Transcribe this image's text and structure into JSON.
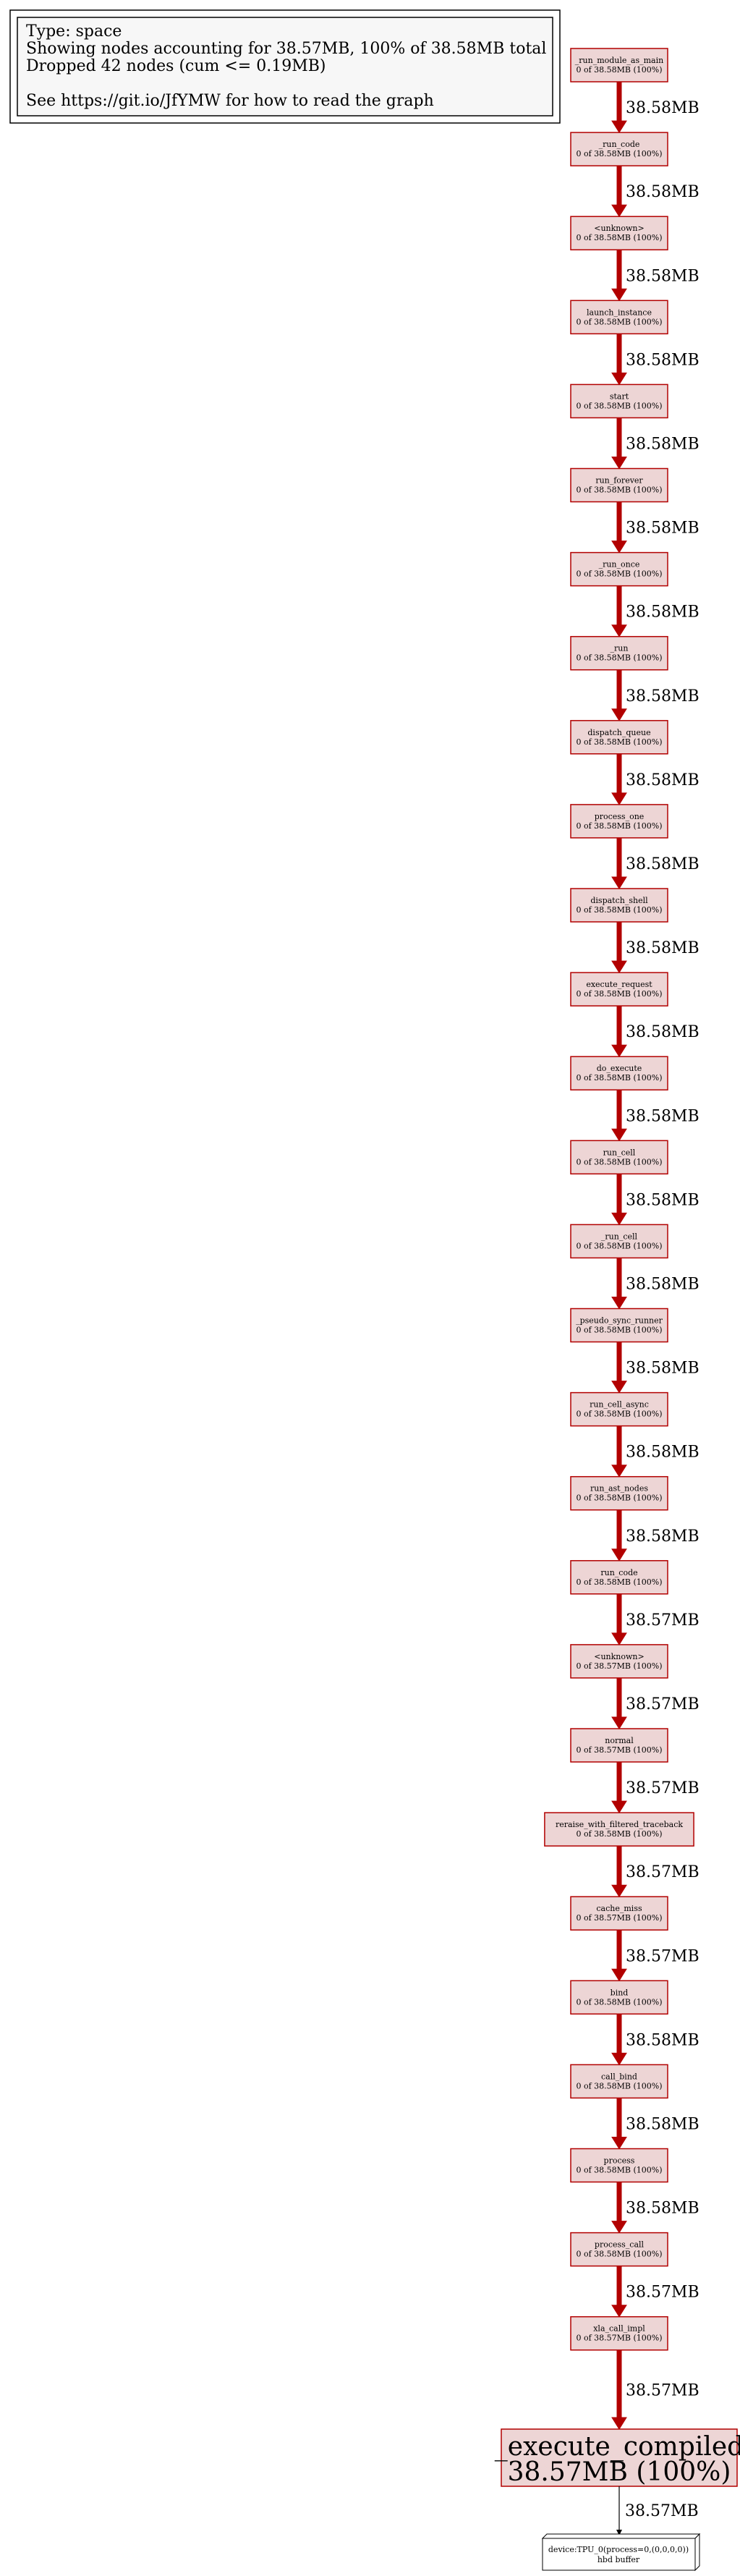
{
  "legend": {
    "lines": [
      "Type: space",
      "Showing nodes accounting for 38.57MB, 100% of 38.58MB total",
      "Dropped 42 nodes (cum <= 0.19MB)",
      "",
      "See https://git.io/JfYMW for how to read the graph"
    ]
  },
  "colors": {
    "node_fill": "#edd5d5",
    "node_stroke": "#b20000",
    "edge": "#b20000",
    "sink_stroke": "#000000"
  },
  "nodes": [
    {
      "name": "_run_module_as_main",
      "value": "0 of 38.58MB (100%)"
    },
    {
      "name": "_run_code",
      "value": "0 of 38.58MB (100%)"
    },
    {
      "name": "<unknown>",
      "value": "0 of 38.58MB (100%)"
    },
    {
      "name": "launch_instance",
      "value": "0 of 38.58MB (100%)"
    },
    {
      "name": "start",
      "value": "0 of 38.58MB (100%)"
    },
    {
      "name": "run_forever",
      "value": "0 of 38.58MB (100%)"
    },
    {
      "name": "_run_once",
      "value": "0 of 38.58MB (100%)"
    },
    {
      "name": "_run",
      "value": "0 of 38.58MB (100%)"
    },
    {
      "name": "dispatch_queue",
      "value": "0 of 38.58MB (100%)"
    },
    {
      "name": "process_one",
      "value": "0 of 38.58MB (100%)"
    },
    {
      "name": "dispatch_shell",
      "value": "0 of 38.58MB (100%)"
    },
    {
      "name": "execute_request",
      "value": "0 of 38.58MB (100%)"
    },
    {
      "name": "do_execute",
      "value": "0 of 38.58MB (100%)"
    },
    {
      "name": "run_cell",
      "value": "0 of 38.58MB (100%)"
    },
    {
      "name": "_run_cell",
      "value": "0 of 38.58MB (100%)"
    },
    {
      "name": "_pseudo_sync_runner",
      "value": "0 of 38.58MB (100%)"
    },
    {
      "name": "run_cell_async",
      "value": "0 of 38.58MB (100%)"
    },
    {
      "name": "run_ast_nodes",
      "value": "0 of 38.58MB (100%)"
    },
    {
      "name": "run_code",
      "value": "0 of 38.58MB (100%)"
    },
    {
      "name": "<unknown>",
      "value": "0 of 38.57MB (100%)"
    },
    {
      "name": "normal",
      "value": "0 of 38.57MB (100%)"
    },
    {
      "name": "reraise_with_filtered_traceback",
      "value": "0 of 38.58MB (100%)"
    },
    {
      "name": "cache_miss",
      "value": "0 of 38.57MB (100%)"
    },
    {
      "name": "bind",
      "value": "0 of 38.58MB (100%)"
    },
    {
      "name": "call_bind",
      "value": "0 of 38.58MB (100%)"
    },
    {
      "name": "process",
      "value": "0 of 38.58MB (100%)"
    },
    {
      "name": "process_call",
      "value": "0 of 38.58MB (100%)"
    },
    {
      "name": "xla_call_impl",
      "value": "0 of 38.57MB (100%)"
    }
  ],
  "edges": [
    "38.58MB",
    "38.58MB",
    "38.58MB",
    "38.58MB",
    "38.58MB",
    "38.58MB",
    "38.58MB",
    "38.58MB",
    "38.58MB",
    "38.58MB",
    "38.58MB",
    "38.58MB",
    "38.58MB",
    "38.58MB",
    "38.58MB",
    "38.58MB",
    "38.58MB",
    "38.58MB",
    "38.57MB",
    "38.57MB",
    "38.57MB",
    "38.57MB",
    "38.57MB",
    "38.58MB",
    "38.58MB",
    "38.58MB",
    "38.57MB",
    "38.57MB"
  ],
  "final_node": {
    "name": "_execute_compiled",
    "value": "38.57MB (100%)"
  },
  "final_edge": "38.57MB",
  "sink": {
    "line1": "device:TPU_0(process=0,(0,0,0,0))",
    "line2": "hbd buffer"
  }
}
